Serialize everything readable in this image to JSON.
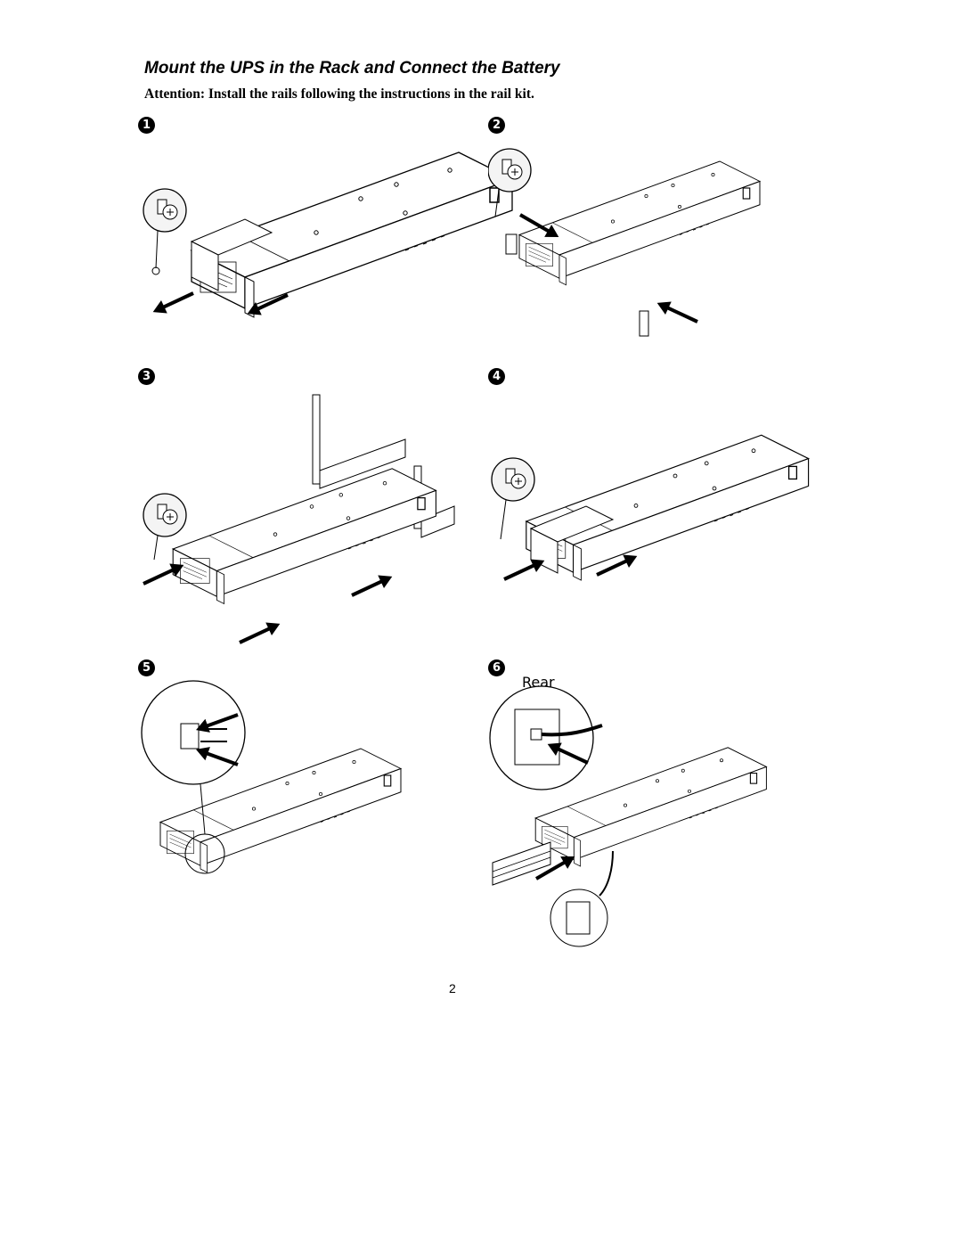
{
  "page": {
    "title": "Mount the UPS in the Rack and Connect the Battery",
    "attention": "Attention: Install the rails following the instructions in the rail kit.",
    "page_number": "2"
  },
  "steps": [
    {
      "number": "1",
      "label": ""
    },
    {
      "number": "2",
      "label": ""
    },
    {
      "number": "3",
      "label": ""
    },
    {
      "number": "4",
      "label": ""
    },
    {
      "number": "5",
      "label": ""
    },
    {
      "number": "6",
      "label": "Rear"
    }
  ]
}
